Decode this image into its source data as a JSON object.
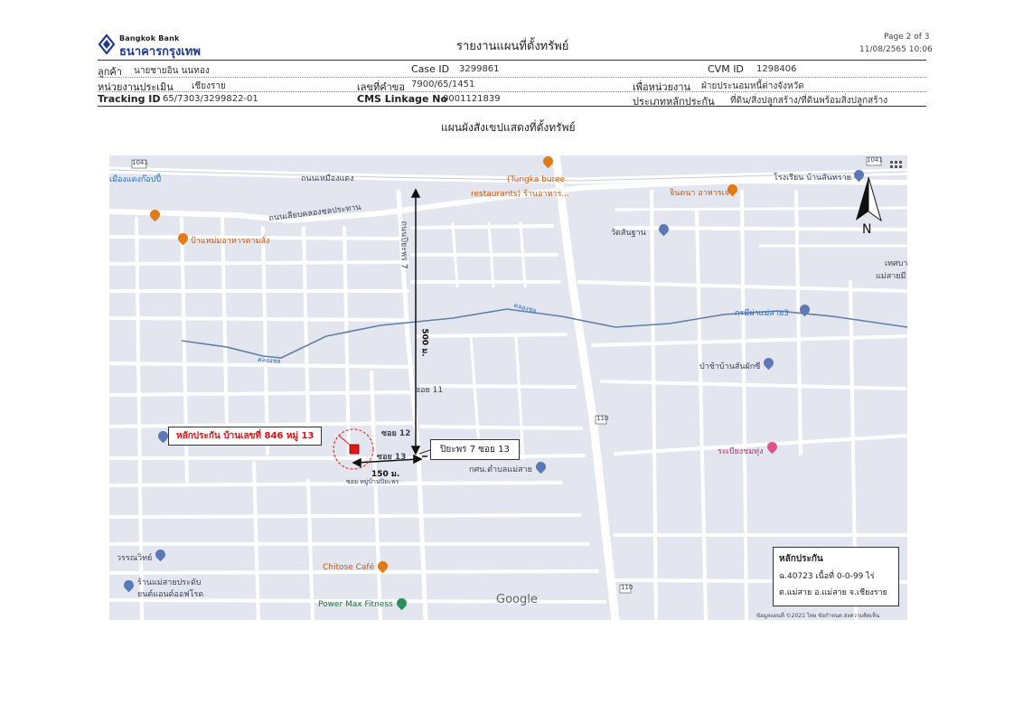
{
  "header": {
    "bank_name_en": "Bangkok Bank",
    "bank_name_th": "ธนาคารกรุงเทพ",
    "report_title": "รายงานแผนที่ตั้งทรัพย์",
    "page_indicator": "Page 2 of 3",
    "datetime": "11/08/2565 10:06"
  },
  "info": {
    "customer_label": "ลูกค้า",
    "customer_value": "นายชายอิน นนทอง",
    "case_id_label": "Case ID",
    "case_id_value": "3299861",
    "cvm_id_label": "CVM ID",
    "cvm_id_value": "1298406",
    "unit_label": "หน่วยงานประเมิน",
    "unit_value": "เชียงราย",
    "request_no_label": "เลขที่คำขอ",
    "request_no_value": "7900/65/1451",
    "for_unit_label": "เพื่อหน่วยงาน",
    "for_unit_value": "ฝ่ายประนอมหนี้ต่างจังหวัด",
    "tracking_label": "Tracking ID",
    "tracking_value": "65/7303/3299822-01",
    "cms_label": "CMS Linkage No",
    "cms_value": "0001121839",
    "collateral_type_label": "ประเภทหลักประกัน",
    "collateral_type_value": "ที่ดิน/สิ่งปลูกสร้าง/ที่ดินพร้อมสิ่งปลูกสร้าง"
  },
  "caption": "แผนผังสังเขปแสดงที่ตั้งทรัพย์",
  "map": {
    "road_labels": {
      "road_1041_a": "1041",
      "road_1041_b": "1041",
      "road_110_a": "110",
      "road_110_b": "110",
      "nuea_muang_daeng": "ถนนเหมืองแดง",
      "liab_khlong": "ถนนเลียบคลองชลประทาน",
      "piyaporn7": "ถนนปิยะพร 7",
      "soi11": "ซอย 11",
      "soi12": "ซอย 12",
      "soi13": "ซอย 13",
      "moo_ban": "ซอย หมู่บ้านปิยะพร",
      "dist_500": "500 ม.",
      "dist_150": "150 ม.",
      "canal_a": "คลองชล",
      "canal_b": "คลองชล"
    },
    "places": {
      "muang_daeng": "เมืองแดงก๊อปปี้",
      "tungka_1": "(Tungka buree",
      "tungka_2": "restaurants) ร้านอาหาร...",
      "rongrian": "โรงเรียน บ้านสันทราย",
      "chinda": "จินดนา อาหารเจ",
      "pa_mae_mai": "ป้าแหม่มอาหารตามสั่ง",
      "wat_san_sai": "วัดสันฐาน",
      "thesaban_1": "เทศบา",
      "thesaban_2": "แม่สายมี",
      "kor_sor_nor": "กรมีผ่าแม่สาย3",
      "pa_cha": "ป่าช้าบ้านสันผักซี",
      "rabiang": "ระเบียงชมทุ่ง",
      "kor_sor_nor_tambon": "กศน.ตำบลแม่สาย",
      "wannawit": "วรรณวิทย์",
      "shop_1": "ร้านแม่สายประดับ",
      "shop_2": "ยนต์แอนด์ออฟโรด",
      "chitose": "Chitose Café",
      "power_max": "Power Max Fitness",
      "google": "Google",
      "footer": "ข้อมูลแผนที่ ©2021   ไทย   ข้อกำหนด   ส่งความคิดเห็น"
    },
    "collateral_callout": "หลักประกัน บ้านเลขที่ 846 หมู่ 13",
    "soi_callout": "ปิยะพร 7 ซอย 13",
    "north": "N"
  },
  "legend": {
    "title": "หลักประกัน",
    "line1": "ฉ.40723 เนื้อที่ 0-0-99 ไร่",
    "line2": "ต.แม่สาย อ.แม่สาย จ.เชียงราย"
  },
  "colors": {
    "map_bg": "#e3e6ee",
    "road": "#ffffff",
    "canal": "#5f7fa8",
    "collateral": "#e01818",
    "poi_orange": "#e07b17",
    "poi_blue": "#5b78b7",
    "poi_pink": "#e0538a",
    "poi_green": "#2f8f5a"
  }
}
